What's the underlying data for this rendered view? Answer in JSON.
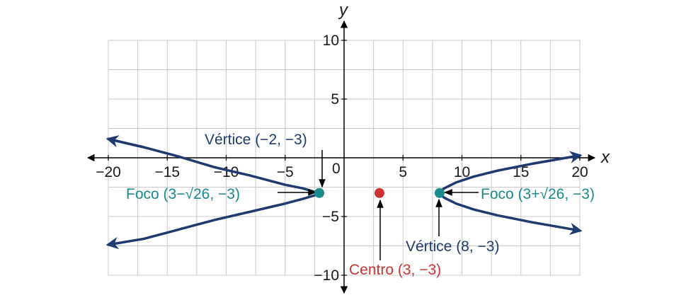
{
  "chart_data": {
    "type": "line",
    "title": "",
    "xlabel": "x",
    "ylabel": "y",
    "xlim": [
      -20,
      20
    ],
    "ylim": [
      -10,
      10
    ],
    "grid": true,
    "x_ticks": [
      -20,
      -15,
      -10,
      -5,
      5,
      10,
      15,
      20
    ],
    "y_ticks": [
      -10,
      -5,
      5,
      10
    ],
    "x_tick_labels": [
      "−20",
      "−15",
      "−10",
      "−5",
      "5",
      "10",
      "15",
      "20"
    ],
    "y_tick_labels": [
      "−10",
      "−5",
      "5",
      "10"
    ],
    "origin_label": "0",
    "colors": {
      "curve": "#1f3a6e",
      "vertex_text": "#1f3a6e",
      "focus": "#1a8a8a",
      "center": "#cc3333",
      "grid": "#c8c8c8",
      "axis": "#000000"
    },
    "series": [
      {
        "branch": "left",
        "x": [
          -20.0,
          -17.0,
          -14.0,
          -11.0,
          -8.0,
          -5.0,
          -3.5,
          -2.5,
          -2.0,
          -2.5,
          -3.5,
          -5.0,
          -8.0,
          -11.0,
          -14.0,
          -17.0,
          -20.0
        ],
        "y": [
          1.6,
          0.9,
          0.1,
          -0.8,
          -1.5,
          -2.3,
          -2.6,
          -2.9,
          -3.0,
          -3.2,
          -3.5,
          -3.9,
          -4.6,
          -5.3,
          -6.1,
          -6.9,
          -7.4
        ]
      },
      {
        "branch": "right",
        "x": [
          20.0,
          16.0,
          13.0,
          11.0,
          9.5,
          8.5,
          8.0,
          8.5,
          9.5,
          11.0,
          13.0,
          16.0,
          20.0
        ],
        "y": [
          0.2,
          -0.5,
          -1.1,
          -1.6,
          -2.1,
          -2.6,
          -3.0,
          -3.4,
          -3.9,
          -4.4,
          -4.9,
          -5.5,
          -6.2
        ]
      }
    ],
    "points": [
      {
        "kind": "focus",
        "x": -2.1,
        "y": -3,
        "label": "Foco (3−√26, −3)"
      },
      {
        "kind": "focus",
        "x": 8.1,
        "y": -3,
        "label": "Foco (3+√26, −3)"
      },
      {
        "kind": "center",
        "x": 3,
        "y": -3,
        "label": "Centro (3, −3)"
      }
    ],
    "annotations": [
      {
        "id": "vertex_left",
        "text": "Vértice (−2, −3)"
      },
      {
        "id": "vertex_right",
        "text": "Vértice (8, −3)"
      }
    ]
  }
}
